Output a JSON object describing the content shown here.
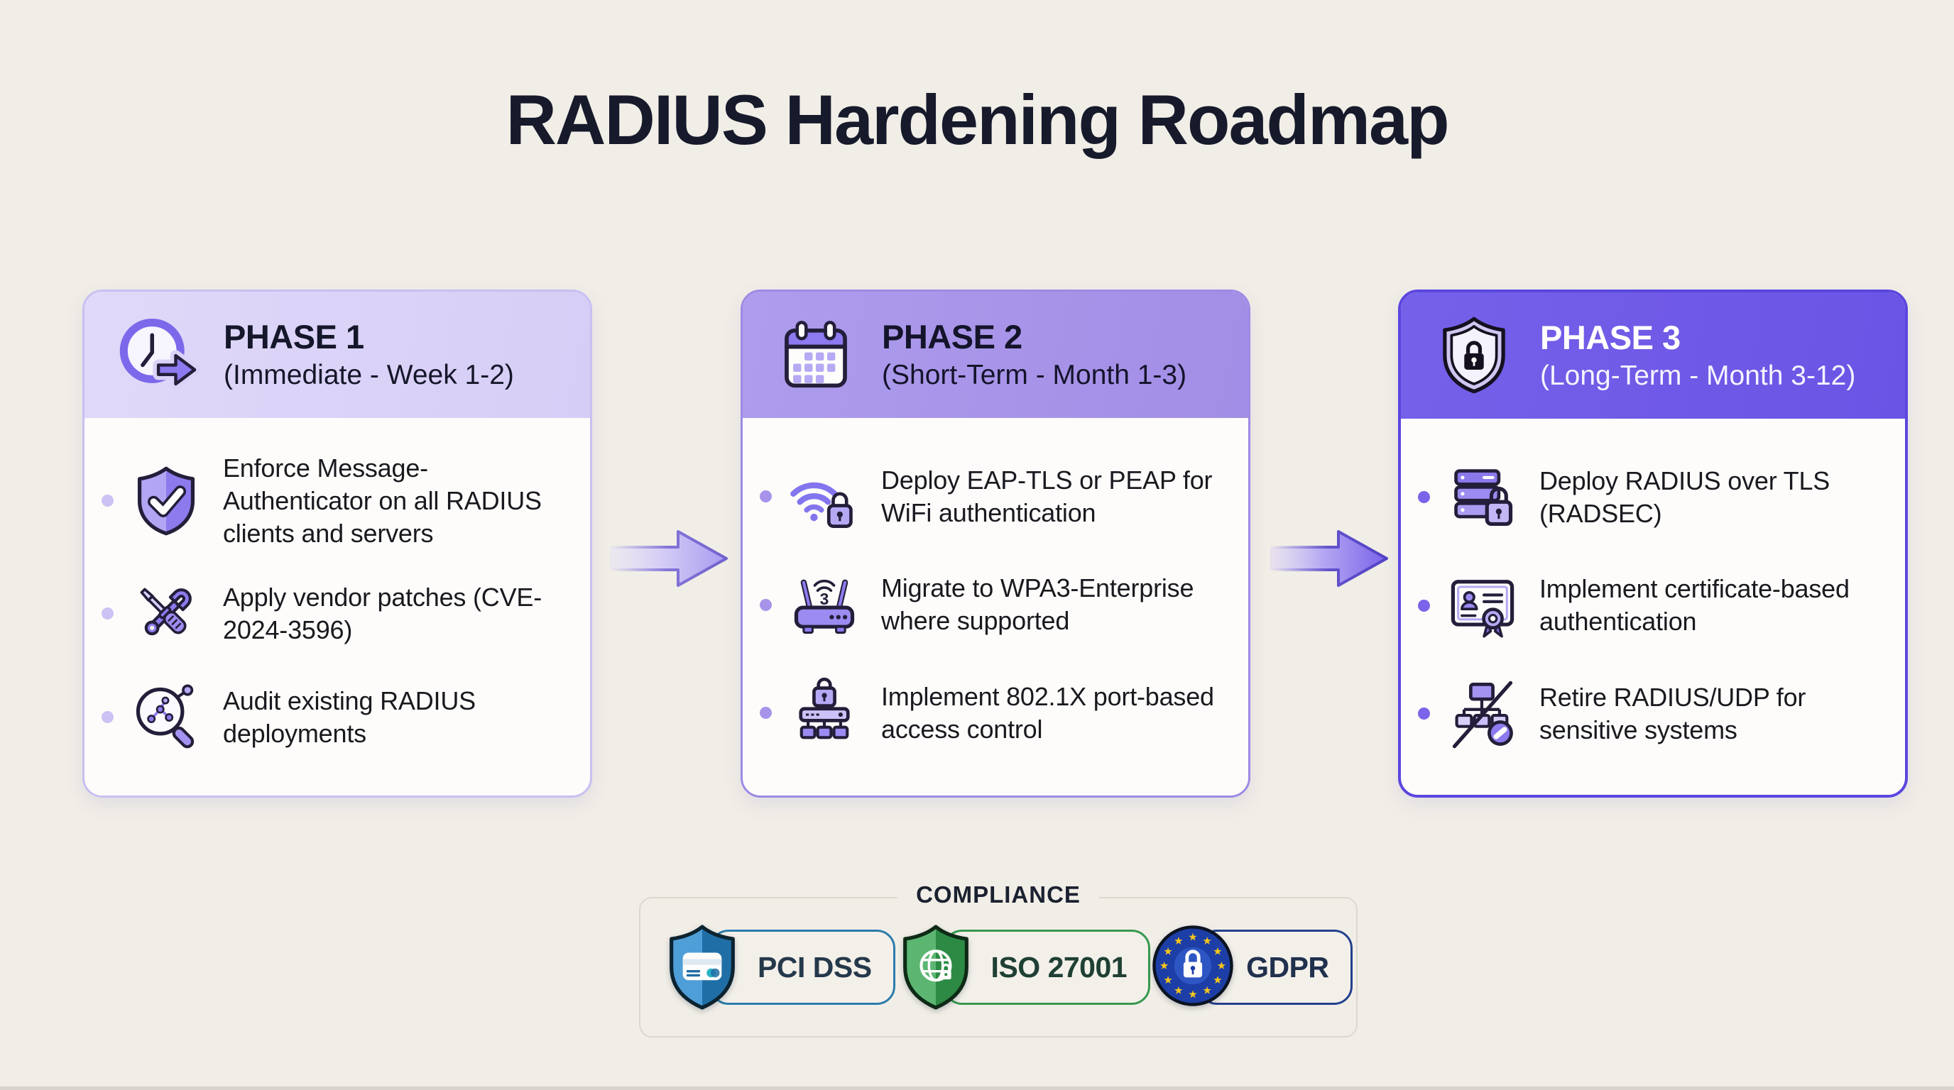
{
  "page": {
    "title": "RADIUS Hardening Roadmap",
    "background_color": "#f1eee7",
    "title_color": "#161a2b",
    "bottom_edge_color": "#d7d4ce"
  },
  "phases": [
    {
      "name": "PHASE 1",
      "timeframe": "(Immediate - Week 1-2)",
      "header_icon": "clock-forward-icon",
      "colors": {
        "header_bg": "#dbd3f7",
        "border": "#c9bff2",
        "header_text": "#15172a",
        "bullet": "#ccc2f3",
        "body_bg": "#fdfcfa"
      },
      "items": [
        {
          "icon": "shield-check-icon",
          "text": "Enforce Message-Authenticator on all RADIUS clients and servers"
        },
        {
          "icon": "wrench-screwdriver-icon",
          "text": "Apply vendor patches (CVE-2024-3596)"
        },
        {
          "icon": "audit-magnifier-icon",
          "text": "Audit existing RADIUS deployments"
        }
      ]
    },
    {
      "name": "PHASE 2",
      "timeframe": "(Short-Term - Month 1-3)",
      "header_icon": "calendar-icon",
      "colors": {
        "header_bg": "#a894e9",
        "border": "#9d8ae4",
        "header_text": "#14142a",
        "bullet": "#a794ea",
        "body_bg": "#fdfcfa"
      },
      "items": [
        {
          "icon": "wifi-lock-icon",
          "text": "Deploy EAP-TLS or PEAP for WiFi authentication"
        },
        {
          "icon": "router-wifi3-icon",
          "text": "Migrate to WPA3-Enterprise where supported"
        },
        {
          "icon": "network-lock-icon",
          "text": "Implement 802.1X port-based access control"
        }
      ]
    },
    {
      "name": "PHASE 3",
      "timeframe": "(Long-Term - Month 3-12)",
      "header_icon": "shield-lock-icon",
      "colors": {
        "header_bg": "#6e59e7",
        "border": "#5b46df",
        "header_text": "#ffffff",
        "bullet": "#7b64e9",
        "body_bg": "#fdfcfa"
      },
      "items": [
        {
          "icon": "server-lock-icon",
          "text": "Deploy RADIUS over TLS (RADSEC)"
        },
        {
          "icon": "certificate-icon",
          "text": "Implement certificate-based authentication"
        },
        {
          "icon": "network-retire-icon",
          "text": "Retire RADIUS/UDP for sensitive systems"
        }
      ]
    }
  ],
  "arrows": [
    {
      "name": "arrow-phase1-to-phase2",
      "from": "PHASE 1",
      "to": "PHASE 2",
      "color_start": "#e4def9",
      "color_end": "#a99af0"
    },
    {
      "name": "arrow-phase2-to-phase3",
      "from": "PHASE 2",
      "to": "PHASE 3",
      "color_start": "#d6ccf8",
      "color_end": "#7a63ea"
    }
  ],
  "compliance": {
    "title": "COMPLIANCE",
    "badges": [
      {
        "label": "PCI DSS",
        "icon": "pci-dss-shield-icon",
        "accent_color": "#2b7cab",
        "text_color": "#24394a"
      },
      {
        "label": "ISO 27001",
        "icon": "iso-27001-shield-icon",
        "accent_color": "#37984e",
        "text_color": "#1f4034"
      },
      {
        "label": "GDPR",
        "icon": "gdpr-eu-flag-icon",
        "accent_color": "#24418f",
        "text_color": "#20304d"
      }
    ]
  }
}
